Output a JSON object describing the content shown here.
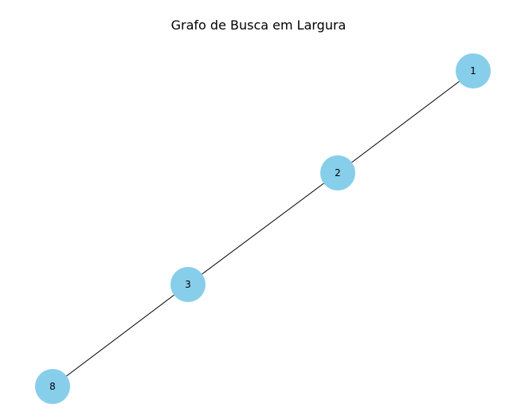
{
  "graph": {
    "title": "Grafo de Busca em Largura",
    "node_color": "#87ceeb",
    "edge_color": "#000000",
    "nodes": [
      {
        "id": "1",
        "label": "1"
      },
      {
        "id": "2",
        "label": "2"
      },
      {
        "id": "3",
        "label": "3"
      },
      {
        "id": "8",
        "label": "8"
      }
    ],
    "edges": [
      {
        "source": "1",
        "target": "2"
      },
      {
        "source": "2",
        "target": "3"
      },
      {
        "source": "3",
        "target": "8"
      }
    ]
  }
}
